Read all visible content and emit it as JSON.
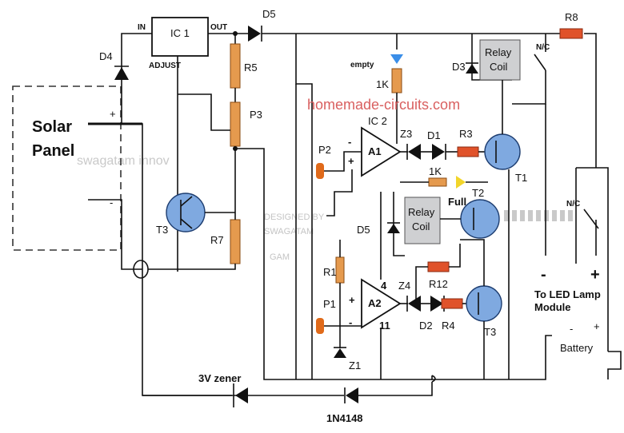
{
  "labels": {
    "solar_line1": "Solar",
    "solar_line2": "Panel",
    "solar_plus": "+",
    "solar_minus": "-",
    "d4": "D4",
    "ic1": "IC 1",
    "ic1_in": "IN",
    "ic1_out": "OUT",
    "ic1_adjust": "ADJUST",
    "d5_top": "D5",
    "r8": "R8",
    "r5": "R5",
    "p3": "P3",
    "r7": "R7",
    "t3_left": "T3",
    "zener": "3V zener",
    "diode_bottom": "1N4148",
    "p2": "P2",
    "a1": "A1",
    "ic2": "IC 2",
    "minus": "-",
    "plus": "+",
    "z3": "Z3",
    "d1": "D1",
    "r3": "R3",
    "t1": "T1",
    "empty": "empty",
    "r1k_top": "1K",
    "d3": "D3",
    "relay_line1": "Relay",
    "relay_line2": "Coil",
    "nc": "N/C",
    "r1k_mid": "1K",
    "full": "Full",
    "t2": "T2",
    "d5_mid": "D5",
    "led_minus": "-",
    "led_plus": "+",
    "led_module_line1": "To LED Lamp",
    "led_module_line2": "Module",
    "battery": "Battery",
    "batt_minus": "-",
    "batt_plus": "+",
    "r1": "R1",
    "p1": "P1",
    "z1": "Z1",
    "a2": "A2",
    "pin4": "4",
    "pin11": "11",
    "z4": "Z4",
    "d2": "D2",
    "r4": "R4",
    "r12": "R12",
    "t3_right": "T3"
  },
  "watermarks": {
    "site": "homemade-circuits.com",
    "faint": "swagatam innov",
    "ghost1": "DESIGNED BY",
    "ghost2": "SWAGATAM",
    "ghost3": "GAM"
  },
  "colors": {
    "resistor": "#e59a4e",
    "resistor_red": "#e0522a",
    "transistor": "#7fa9e0",
    "relay": "#cfd0d2",
    "led_empty": "#3a8ee8",
    "led_full": "#f2d52a",
    "watermark": "#d96060"
  }
}
